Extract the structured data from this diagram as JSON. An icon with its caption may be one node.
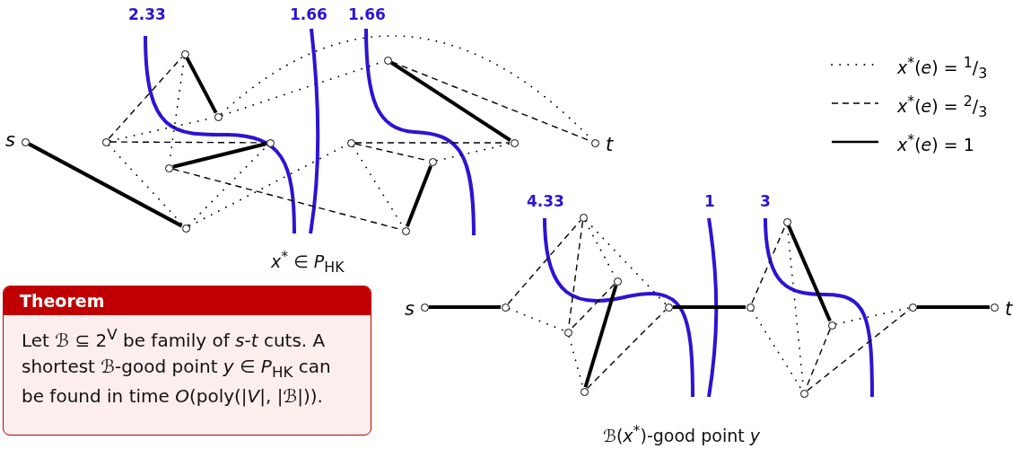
{
  "diagram": {
    "nodes": [
      {
        "text": [],
        "shape": "circle",
        "beside": [
          "s"
        ]
      },
      {
        "text": [],
        "shape": "circle"
      },
      {
        "text": [],
        "shape": "circle"
      },
      {
        "text": [],
        "shape": "circle"
      },
      {
        "text": [],
        "shape": "circle"
      },
      {
        "text": [],
        "shape": "circle"
      },
      {
        "text": [],
        "shape": "circle"
      },
      {
        "text": [],
        "shape": "circle"
      },
      {
        "text": [],
        "shape": "circle"
      },
      {
        "text": [],
        "shape": "circle"
      },
      {
        "text": [],
        "shape": "circle"
      },
      {
        "text": [],
        "shape": "circle"
      },
      {
        "text": [],
        "shape": "circle",
        "beside": [
          "t"
        ]
      },
      {
        "text": [],
        "shape": "circle",
        "beside": [
          "s"
        ]
      },
      {
        "text": [],
        "shape": "circle"
      },
      {
        "text": [],
        "shape": "circle"
      },
      {
        "text": [],
        "shape": "circle"
      },
      {
        "text": [],
        "shape": "circle"
      },
      {
        "text": [],
        "shape": "circle"
      },
      {
        "text": [],
        "shape": "circle"
      },
      {
        "text": [],
        "shape": "circle"
      },
      {
        "text": [],
        "shape": "circle"
      },
      {
        "text": [],
        "shape": "circle"
      },
      {
        "text": [],
        "shape": "circle"
      },
      {
        "text": [],
        "shape": "circle"
      },
      {
        "text": [],
        "shape": "circle",
        "beside": [
          "t"
        ]
      },
      {
        "text": [
          "Theorem",
          "Let ℬ ⊆ 2$^{V}$ be family of *s*-*t* cuts. A shortest ℬ-good point *y* ∈ *P*$_{HK}$ can be found in time *O*(poly(|*V*|, |ℬ|))."
        ]
      }
    ],
    "edges": [
      {
        "from": 0,
        "to": 6,
        "arrow": "none",
        "style": "thick"
      },
      {
        "from": 1,
        "to": 2,
        "arrow": "none",
        "style": "dashed"
      },
      {
        "from": 1,
        "to": 4,
        "arrow": "none",
        "style": "dashed"
      },
      {
        "from": 1,
        "to": 6,
        "arrow": "none",
        "style": "dashed"
      },
      {
        "from": 1,
        "to": 3,
        "arrow": "none",
        "style": "dashed"
      },
      {
        "from": 2,
        "to": 3,
        "arrow": "none",
        "style": "thick"
      },
      {
        "from": 2,
        "to": 5,
        "arrow": "none",
        "style": "dashed"
      },
      {
        "from": 5,
        "to": 4,
        "arrow": "none",
        "style": "thick"
      },
      {
        "from": 5,
        "to": 11,
        "arrow": "none",
        "style": "dashed"
      },
      {
        "from": 6,
        "to": 4,
        "arrow": "none",
        "style": "dashed"
      },
      {
        "from": 6,
        "to": 8,
        "arrow": "none",
        "style": "dashed"
      },
      {
        "from": 3,
        "to": 7,
        "arrow": "none",
        "style": "dashed"
      },
      {
        "from": 3,
        "to": 12,
        "arrow": "none",
        "style": "dashed"
      },
      {
        "from": 7,
        "to": 9,
        "arrow": "none",
        "style": "thick"
      },
      {
        "from": 7,
        "to": 12,
        "arrow": "none",
        "style": "dashed"
      },
      {
        "from": 8,
        "to": 9,
        "arrow": "none",
        "style": "dashed"
      },
      {
        "from": 8,
        "to": 10,
        "arrow": "none",
        "style": "dashed"
      },
      {
        "from": 8,
        "to": 11,
        "arrow": "none",
        "style": "dashed"
      },
      {
        "from": 10,
        "to": 11,
        "arrow": "none",
        "style": "thick"
      },
      {
        "from": 10,
        "to": 9,
        "arrow": "none",
        "style": "dashed"
      },
      {
        "from": 13,
        "to": 14,
        "arrow": "none",
        "style": "thick"
      },
      {
        "from": 14,
        "to": 15,
        "arrow": "none",
        "style": "dashed"
      },
      {
        "from": 14,
        "to": 17,
        "arrow": "none",
        "style": "dashed"
      },
      {
        "from": 15,
        "to": 16,
        "arrow": "none",
        "style": "dashed"
      },
      {
        "from": 15,
        "to": 17,
        "arrow": "none",
        "style": "dashed"
      },
      {
        "from": 15,
        "to": 19,
        "arrow": "none",
        "style": "dashed"
      },
      {
        "from": 16,
        "to": 17,
        "arrow": "none",
        "style": "dashed"
      },
      {
        "from": 16,
        "to": 18,
        "arrow": "none",
        "style": "thick"
      },
      {
        "from": 17,
        "to": 18,
        "arrow": "none",
        "style": "dashed"
      },
      {
        "from": 18,
        "to": 19,
        "arrow": "none",
        "style": "dashed"
      },
      {
        "from": 19,
        "to": 20,
        "arrow": "none",
        "style": "thick"
      },
      {
        "from": 20,
        "to": 21,
        "arrow": "none",
        "style": "dashed"
      },
      {
        "from": 20,
        "to": 23,
        "arrow": "none",
        "style": "dashed"
      },
      {
        "from": 21,
        "to": 22,
        "arrow": "none",
        "style": "thick"
      },
      {
        "from": 21,
        "to": 23,
        "arrow": "none",
        "style": "dashed"
      },
      {
        "from": 22,
        "to": 23,
        "arrow": "none",
        "style": "dashed"
      },
      {
        "from": 22,
        "to": 24,
        "arrow": "none",
        "style": "dashed"
      },
      {
        "from": 23,
        "to": 24,
        "arrow": "none",
        "style": "dashed"
      },
      {
        "from": 24,
        "to": 25,
        "arrow": "none",
        "style": "thick"
      }
    ],
    "labels": [
      "2.33",
      "1.66",
      "1.66",
      "4.33",
      "1",
      "3",
      "*x*$^{*}$ ∈ *P*$_{HK}$",
      "ℬ(*x*$^{*}$)-good point *y*"
    ],
    "legend": [
      {
        "text": "*x*$^{*}$(*e*) = $^{1}$/$_{3}$"
      },
      {
        "text": "*x*$^{*}$(*e*) = $^{2}$/$_{3}$"
      },
      {
        "text": "*x*$^{*}$(*e*) = 1"
      }
    ]
  }
}
